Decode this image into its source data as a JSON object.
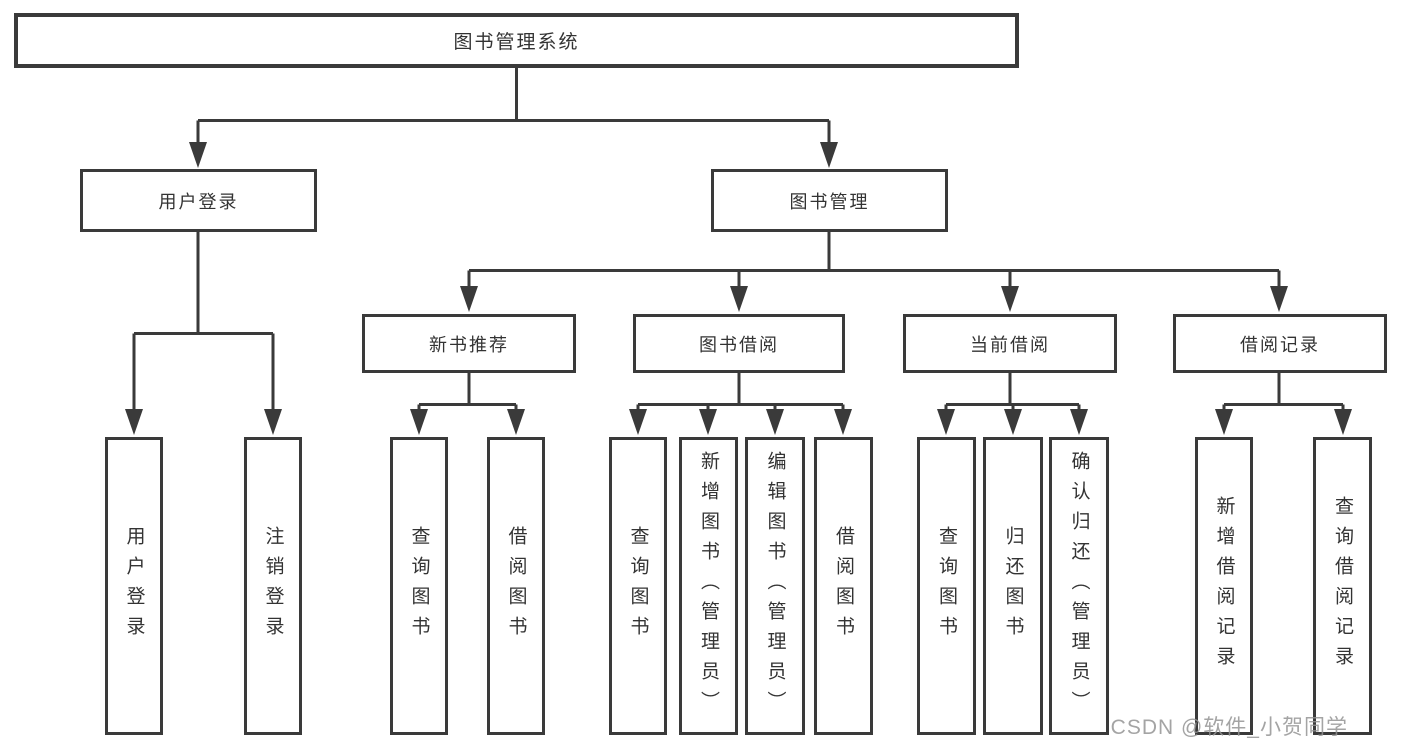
{
  "diagram": {
    "type": "hierarchy-tree",
    "title": "图书管理系统",
    "colors": {
      "line": "#3a3a3a",
      "box_border": "#3a3a3a",
      "box_fill": "#ffffff",
      "text": "#333333",
      "watermark": "#949494"
    },
    "tree": {
      "label": "图书管理系统",
      "children": [
        {
          "label": "用户登录",
          "children": [
            {
              "label": "用户登录"
            },
            {
              "label": "注销登录"
            }
          ]
        },
        {
          "label": "图书管理",
          "children": [
            {
              "label": "新书推荐",
              "children": [
                {
                  "label": "查询图书"
                },
                {
                  "label": "借阅图书"
                }
              ]
            },
            {
              "label": "图书借阅",
              "children": [
                {
                  "label": "查询图书"
                },
                {
                  "label": "新增图书（管理员）"
                },
                {
                  "label": "编辑图书（管理员）"
                },
                {
                  "label": "借阅图书"
                }
              ]
            },
            {
              "label": "当前借阅",
              "children": [
                {
                  "label": "查询图书"
                },
                {
                  "label": "归还图书"
                },
                {
                  "label": "确认归还（管理员）"
                }
              ]
            },
            {
              "label": "借阅记录",
              "children": [
                {
                  "label": "新增借阅记录"
                },
                {
                  "label": "查询借阅记录"
                }
              ]
            }
          ]
        }
      ]
    },
    "watermark": "CSDN @软件_小贺同学"
  }
}
